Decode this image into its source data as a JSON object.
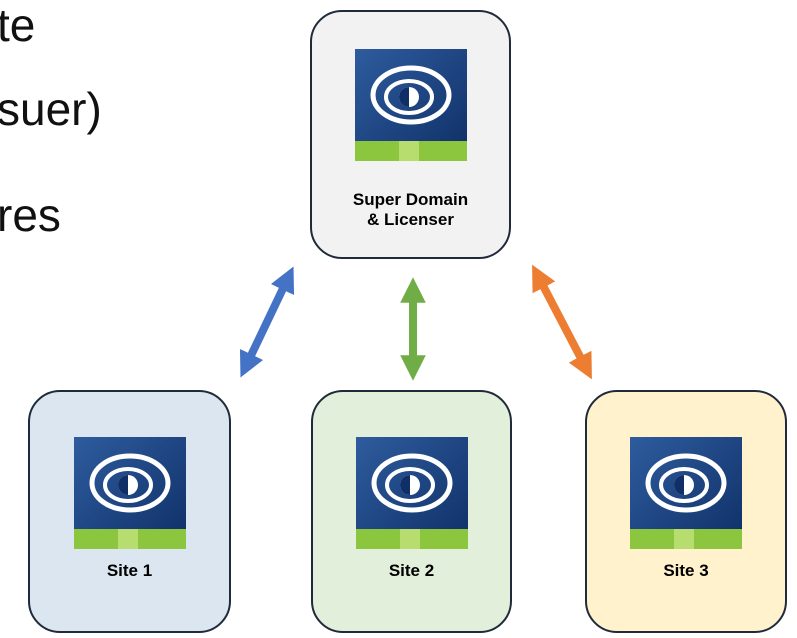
{
  "background_text": {
    "line1": "te",
    "line2": "suer)",
    "line3": "res"
  },
  "nodes": {
    "super": {
      "label": "Super Domain\n& Licenser",
      "fill": "#f2f2f2"
    },
    "site1": {
      "label": "Site 1",
      "fill": "#dce6f1"
    },
    "site2": {
      "label": "Site 2",
      "fill": "#e2efda"
    },
    "site3": {
      "label": "Site 3",
      "fill": "#fff2cc"
    }
  },
  "arrows": {
    "site1_color": "#4472c4",
    "site2_color": "#70ad47",
    "site3_color": "#ed7d31"
  },
  "icon": {
    "name": "eye-logo-icon"
  }
}
